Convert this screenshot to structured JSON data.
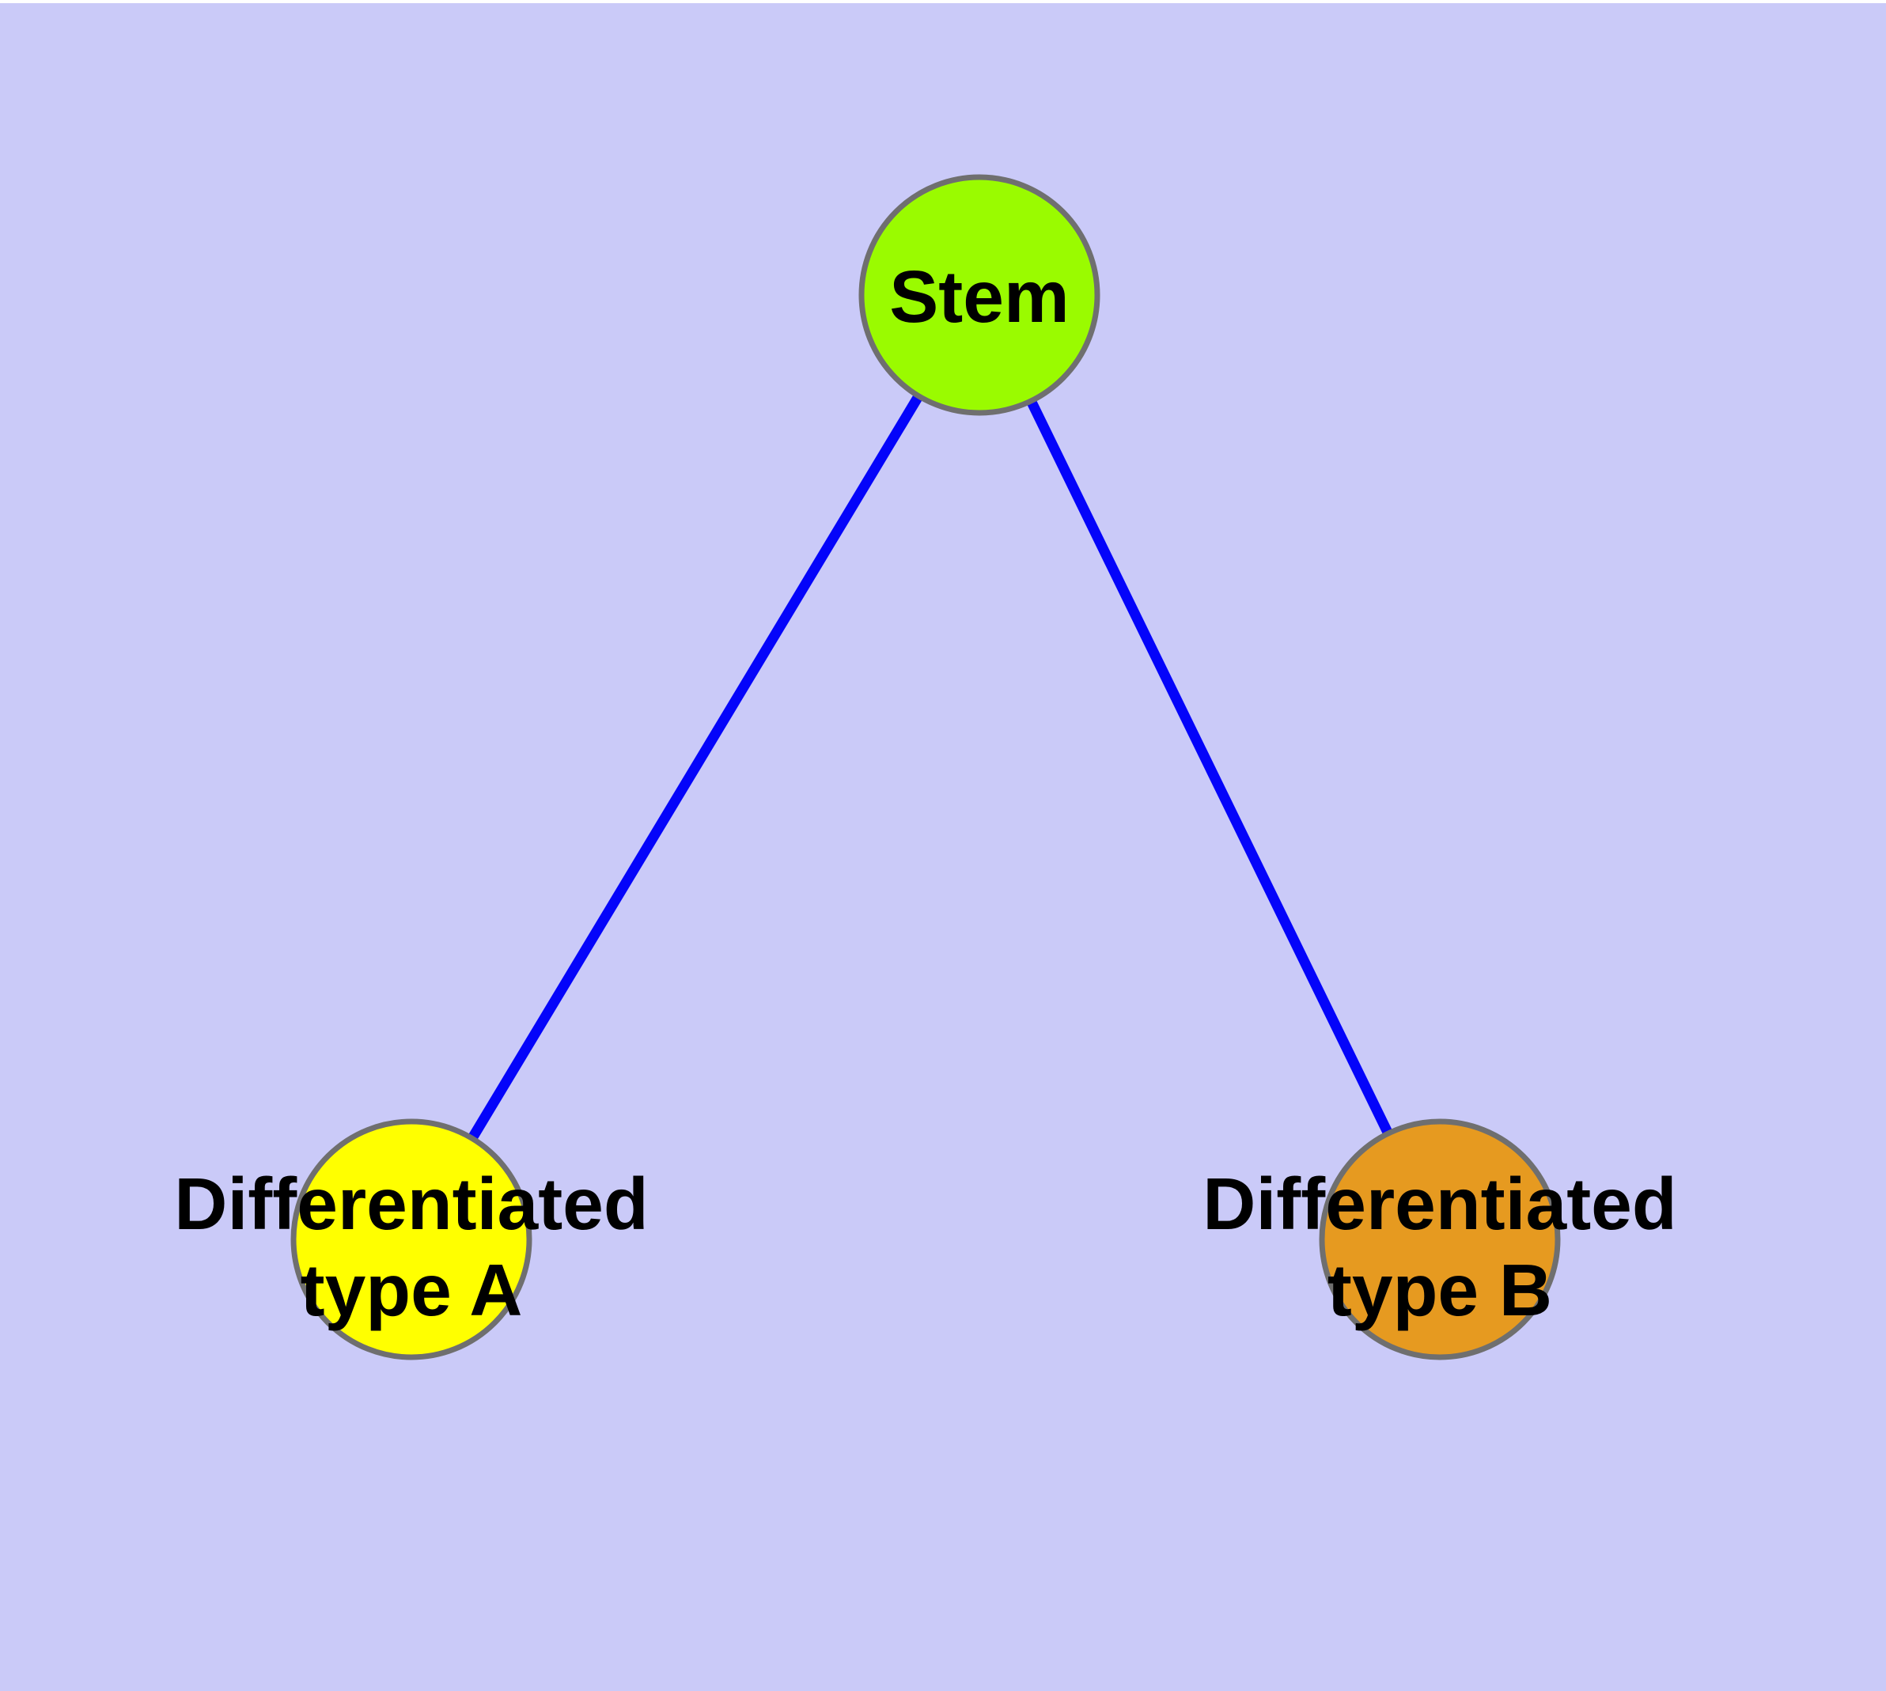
{
  "diagram": {
    "type": "graph",
    "background_color": "#cacaf8",
    "top_strip_color": "#ffffff",
    "text_color": "#000000",
    "edge_color": "#0404fa",
    "node_border_color": "#6f6f6f",
    "nodes": [
      {
        "id": "stem",
        "label": "Stem",
        "fill_color": "#9afb00"
      },
      {
        "id": "differentiated-type-a",
        "label_line1": "Differentiated",
        "label_line2": "type A",
        "fill_color": "#ffff00"
      },
      {
        "id": "differentiated-type-b",
        "label_line1": "Differentiated",
        "label_line2": "type B",
        "fill_color": "#e69a20"
      }
    ],
    "edges": [
      {
        "from": "stem",
        "to": "differentiated-type-a"
      },
      {
        "from": "stem",
        "to": "differentiated-type-b"
      }
    ]
  }
}
